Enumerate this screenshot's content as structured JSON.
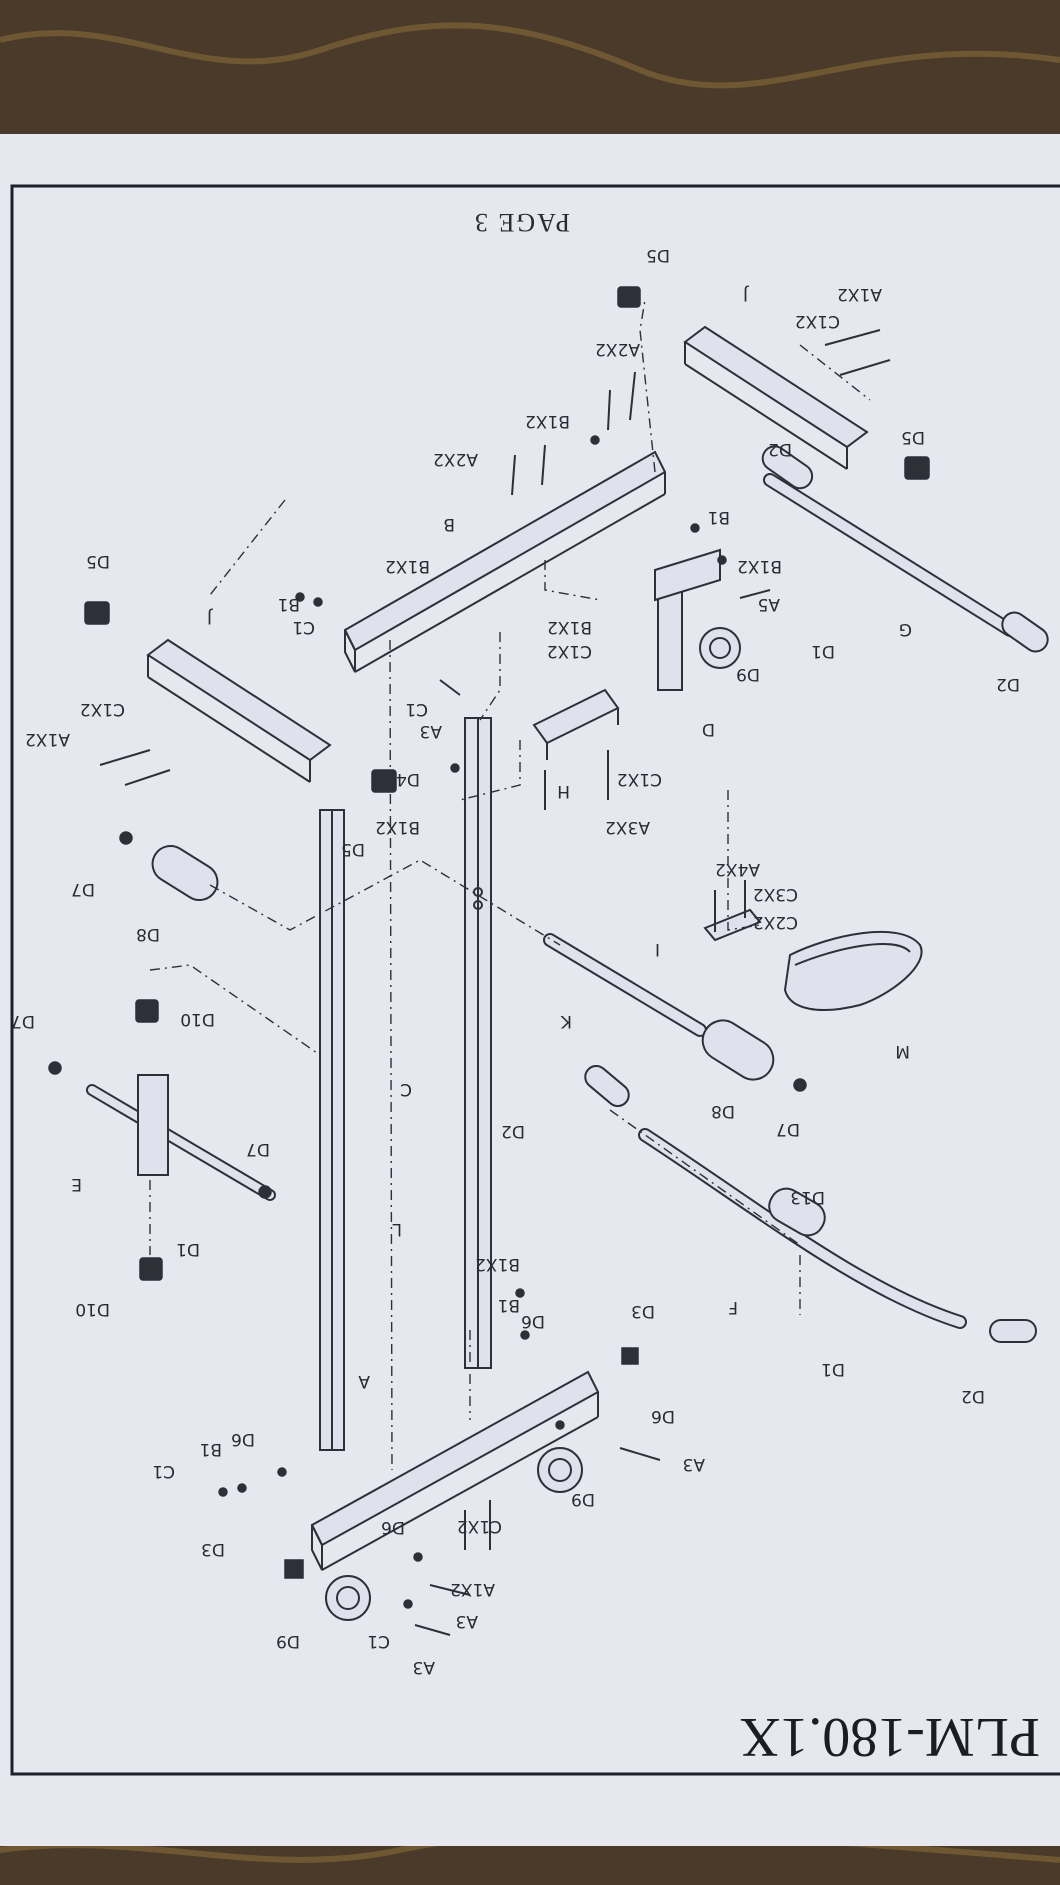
{
  "model_title": "PLM-180.1X",
  "page_label": "PAGE 3",
  "labels": [
    {
      "id": "d5-top",
      "text": "D5"
    },
    {
      "id": "j-top",
      "text": "J"
    },
    {
      "id": "a1x2-top",
      "text": "A1X2"
    },
    {
      "id": "c1x2-top",
      "text": "C1X2"
    },
    {
      "id": "a2x2-top",
      "text": "A2X2"
    },
    {
      "id": "d5-right",
      "text": "D5"
    },
    {
      "id": "b1x2-top",
      "text": "B1X2"
    },
    {
      "id": "a2x2-mid",
      "text": "A2X2"
    },
    {
      "id": "d2-top",
      "text": "D2"
    },
    {
      "id": "b-beam",
      "text": "B"
    },
    {
      "id": "b1-right",
      "text": "B1"
    },
    {
      "id": "d5-left",
      "text": "D5"
    },
    {
      "id": "b1x2-left",
      "text": "B1X2"
    },
    {
      "id": "b1x2-right",
      "text": "B1X2"
    },
    {
      "id": "b1-left",
      "text": "B1"
    },
    {
      "id": "c1-left",
      "text": "C1"
    },
    {
      "id": "a5",
      "text": "A5"
    },
    {
      "id": "j-left",
      "text": "J"
    },
    {
      "id": "b1x2-center",
      "text": "B1X2"
    },
    {
      "id": "d1-upper",
      "text": "D1"
    },
    {
      "id": "g",
      "text": "G"
    },
    {
      "id": "c1x2-center",
      "text": "C1X2"
    },
    {
      "id": "d9-upper",
      "text": "D9"
    },
    {
      "id": "c1x2-left",
      "text": "C1X2"
    },
    {
      "id": "c1-mid",
      "text": "C1"
    },
    {
      "id": "d2-right",
      "text": "D2"
    },
    {
      "id": "a3-upper",
      "text": "A3"
    },
    {
      "id": "a1x2-left",
      "text": "A1X2"
    },
    {
      "id": "d",
      "text": "D"
    },
    {
      "id": "d4",
      "text": "D4"
    },
    {
      "id": "c1x2-lower",
      "text": "C1X2"
    },
    {
      "id": "h",
      "text": "H"
    },
    {
      "id": "b1x2-lower",
      "text": "B1X2"
    },
    {
      "id": "a3x2",
      "text": "A3X2"
    },
    {
      "id": "d5-lower",
      "text": "D5"
    },
    {
      "id": "a4x2",
      "text": "A4X2"
    },
    {
      "id": "c3x2",
      "text": "C3X2"
    },
    {
      "id": "d7-upper",
      "text": "D7"
    },
    {
      "id": "c2x2",
      "text": "C2X2"
    },
    {
      "id": "d8-upper",
      "text": "D8"
    },
    {
      "id": "i",
      "text": "I"
    },
    {
      "id": "d7-left",
      "text": "D7"
    },
    {
      "id": "d10-upper",
      "text": "D10"
    },
    {
      "id": "k",
      "text": "K"
    },
    {
      "id": "m",
      "text": "M"
    },
    {
      "id": "c",
      "text": "C"
    },
    {
      "id": "d8-lower",
      "text": "D8"
    },
    {
      "id": "d7-right",
      "text": "D7"
    },
    {
      "id": "d2-mid",
      "text": "D2"
    },
    {
      "id": "d7-mid",
      "text": "D7"
    },
    {
      "id": "e",
      "text": "E"
    },
    {
      "id": "d1-left",
      "text": "D1"
    },
    {
      "id": "l",
      "text": "L"
    },
    {
      "id": "d13",
      "text": "D13"
    },
    {
      "id": "b1x2-bottom",
      "text": "B1X2"
    },
    {
      "id": "d10-lower",
      "text": "D10"
    },
    {
      "id": "b1-bottom",
      "text": "B1"
    },
    {
      "id": "d6-upper",
      "text": "D6"
    },
    {
      "id": "d3-right",
      "text": "D3"
    },
    {
      "id": "f",
      "text": "F"
    },
    {
      "id": "d1-right",
      "text": "D1"
    },
    {
      "id": "a",
      "text": "A"
    },
    {
      "id": "d6-mid",
      "text": "D6"
    },
    {
      "id": "d2-bottom",
      "text": "D2"
    },
    {
      "id": "d6-left",
      "text": "D6"
    },
    {
      "id": "b1-lower",
      "text": "B1"
    },
    {
      "id": "a3-right",
      "text": "A3"
    },
    {
      "id": "c1-bottom",
      "text": "C1"
    },
    {
      "id": "d9-right",
      "text": "D9"
    },
    {
      "id": "d6-bottom",
      "text": "D6"
    },
    {
      "id": "c1x2-bottom",
      "text": "C1X2"
    },
    {
      "id": "d3-left",
      "text": "D3"
    },
    {
      "id": "a1x2-bottom",
      "text": "A1X2"
    },
    {
      "id": "a3-bottom",
      "text": "A3"
    },
    {
      "id": "d9-bottom",
      "text": "D9"
    },
    {
      "id": "c1-lowest",
      "text": "C1"
    },
    {
      "id": "a3-lowest",
      "text": "A3"
    }
  ],
  "colors": {
    "paper": "#e6e7ef",
    "line": "#2f2f38",
    "background": "#4a3a2a"
  }
}
